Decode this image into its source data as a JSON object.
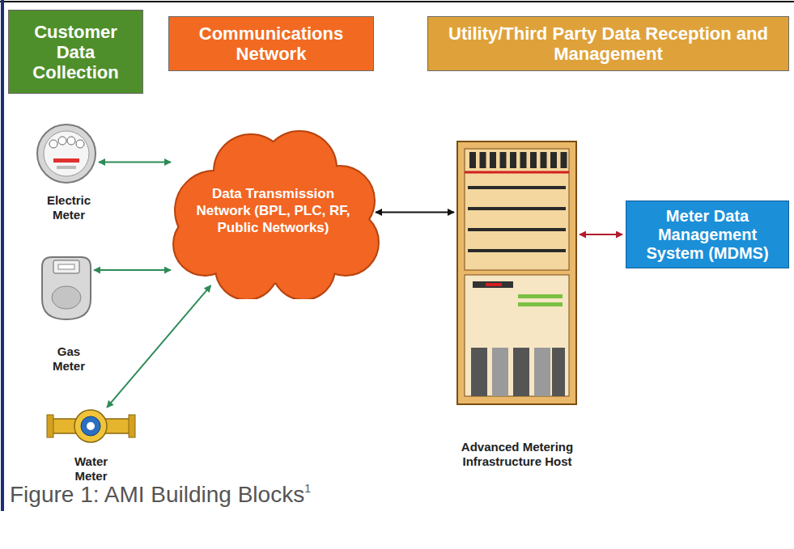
{
  "diagram": {
    "caption": "Figure 1: AMI Building Blocks",
    "nodes": [
      {
        "text": [
          "Customer Data Collection"
        ]
      },
      {
        "text": [
          "Communications Network"
        ]
      },
      {
        "text": [
          "Utility/Third Party Data Reception and Management"
        ]
      },
      {
        "text": [
          "Electric Meter"
        ]
      },
      {
        "text": [
          "Gas Meter"
        ]
      },
      {
        "text": [
          "Water Meter"
        ]
      },
      {
        "text": [
          "Data Transmission Network (BPL, PLC, RF, Public Networks)"
        ]
      },
      {
        "text": [
          "Advanced Metering Infrastructure Host"
        ]
      },
      {
        "text": [
          "Meter Data Management System (MDMS)"
        ]
      }
    ],
    "edges": [
      {
        "from": 3,
        "to": 6,
        "arrow": "both"
      },
      {
        "from": 4,
        "to": 6,
        "arrow": "both"
      },
      {
        "from": 5,
        "to": 6,
        "arrow": "both"
      },
      {
        "from": 6,
        "to": 7,
        "arrow": "both"
      },
      {
        "from": 7,
        "to": 8,
        "arrow": "both"
      }
    ],
    "labels": [
      "1"
    ]
  }
}
